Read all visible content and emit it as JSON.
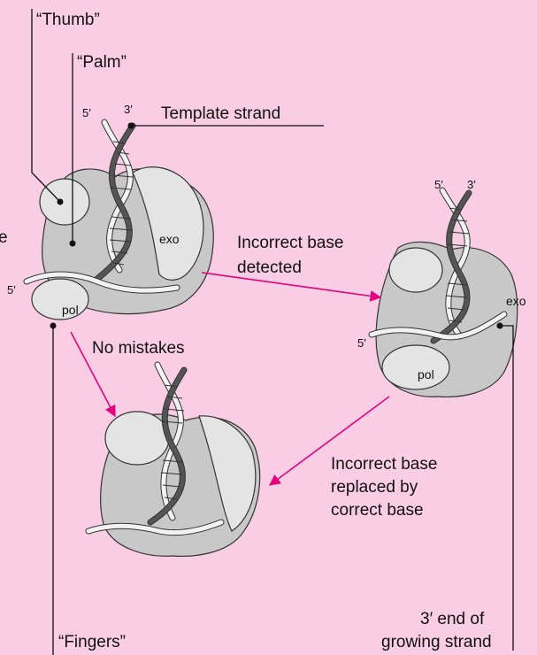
{
  "labels": {
    "thumb": "“Thumb”",
    "palm": "“Palm”",
    "fingers": "“Fingers”",
    "template_strand": "Template strand",
    "five_prime": "5′",
    "three_prime": "3′",
    "exo": "exo",
    "pol": "pol",
    "incorrect_detected_line1": "Incorrect base",
    "incorrect_detected_line2": "detected",
    "no_mistakes": "No mistakes",
    "replaced_line1": "Incorrect base",
    "replaced_line2": "replaced by",
    "replaced_line3": "correct base",
    "three_end_line1": "3′ end of",
    "three_end_line2": "growing strand",
    "cut_off_letter": "e"
  },
  "colors": {
    "background": "#f9cde3",
    "arrow": "#e6007e",
    "enzyme": "#c8c8c8"
  }
}
